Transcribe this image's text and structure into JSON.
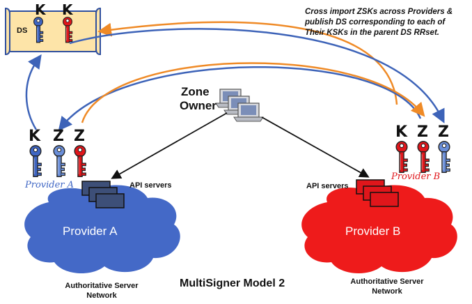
{
  "ds_scroll": {
    "label": "DS",
    "key_letters": [
      "K",
      "K"
    ]
  },
  "cross_import_note": "Cross import ZSKs across Providers & publish DS corresponding to each of Their KSKs in the parent DS RRset.",
  "zone_owner": {
    "line1": "Zone",
    "line2": "Owner"
  },
  "provider_a": {
    "key_letters": [
      "K",
      "Z",
      "Z"
    ],
    "handwritten_label": "Provider A",
    "api_label": "API servers",
    "cloud_label": "Provider A",
    "network_label": "Authoritative Server Network"
  },
  "provider_b": {
    "key_letters": [
      "K",
      "Z",
      "Z"
    ],
    "handwritten_label": "Provider B",
    "api_label": "API servers",
    "cloud_label": "Provider B",
    "network_label": "Authoritative Server Network"
  },
  "diagram_title": "MultiSigner Model 2",
  "colors": {
    "blue": "#3f66c4",
    "red": "#e0161b",
    "orange": "#ef8a26",
    "arrow_blue": "#3d63b8",
    "scroll_fill": "#fde4a8"
  }
}
